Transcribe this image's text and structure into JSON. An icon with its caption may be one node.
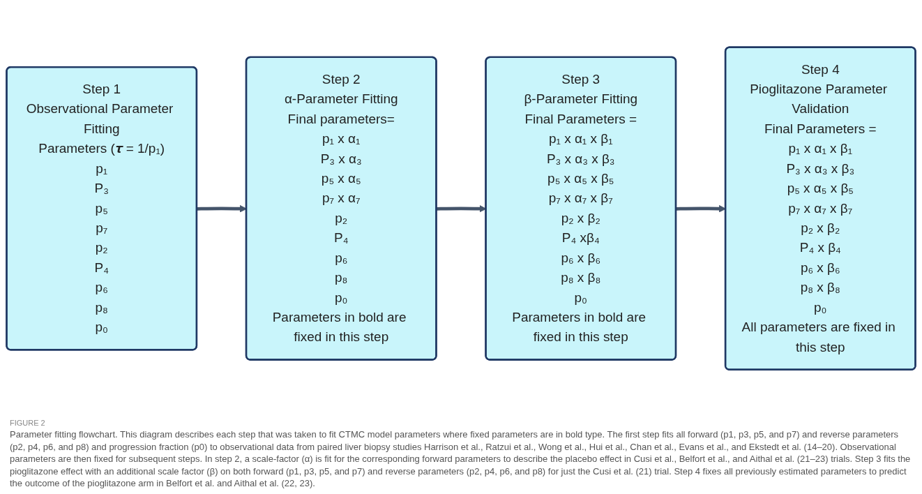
{
  "diagram": {
    "nodes": [
      {
        "text": [
          "Step 1",
          "Observational Parameter Fitting",
          "Parameters (𝝉 = 1/p₁)",
          "p₁",
          "P₃",
          "p₅",
          "p₇",
          "p₂",
          "P₄",
          "p₆",
          "p₈",
          "p₀"
        ]
      },
      {
        "text": [
          "Step 2",
          "α-Parameter Fitting",
          "Final parameters=",
          "p₁ x α₁",
          "P₃ x α₃",
          "p₅ x α₅",
          "p₇ x α₇",
          "p₂",
          "P₄",
          "p₆",
          "p₈",
          "p₀",
          "Parameters in bold are fixed in this step"
        ]
      },
      {
        "text": [
          "Step 3",
          "β-Parameter Fitting",
          "Final Parameters =",
          "p₁ x α₁ x β₁",
          "P₃ x α₃ x β₃",
          "p₅ x α₅ x β₅",
          "p₇ x α₇ x β₇",
          "p₂ x β₂",
          "P₄ xβ₄",
          "p₆ x β₆",
          "p₈ x β₈",
          "p₀",
          "Parameters in bold are fixed in this step"
        ]
      },
      {
        "text": [
          "Step 4",
          "Pioglitazone Parameter Validation",
          "Final Parameters =",
          "p₁ x α₁ x β₁",
          "P₃ x α₃ x β₃",
          "p₅ x α₅ x β₅",
          "p₇ x α₇ x β₇",
          "p₂ x β₂",
          "P₄ x β₄",
          "p₆ x β₆",
          "p₈ x β₈",
          "p₀",
          "All parameters are fixed in this step"
        ]
      }
    ],
    "edges": [
      {
        "from": 0,
        "to": 1,
        "arrow": "to"
      },
      {
        "from": 1,
        "to": 2,
        "arrow": "to"
      },
      {
        "from": 2,
        "to": 3,
        "arrow": "to"
      }
    ],
    "labels": [
      "FIGURE 2"
    ],
    "caption": "Parameter fitting flowchart. This diagram describes each step that was taken to fit CTMC model parameters where fixed parameters are in bold type. The first step fits all forward (p1, p3, p5, and p7) and reverse parameters (p2, p4, p6, and p8) and progression fraction (p0) to observational data from paired liver biopsy studies Harrison et al., Ratzui et al., Wong et al., Hui et al., Chan et al., Evans et al., and Ekstedt et al. (14–20). Observational parameters are then fixed for subsequent steps. In step 2, a scale-factor (α) is fit for the corresponding forward parameters to describe the placebo effect in Cusi et al., Belfort et al., and Aithal et al. (21–23) trials. Step 3 fits the pioglitazone effect with an additional scale factor (β) on both forward (p1, p3, p5, and p7) and reverse parameters (p2, p4, p6, and p8) for just the Cusi et al. (21) trial. Step 4 fixes all previously estimated parameters to predict the outcome of the pioglitazone arm in Belfort et al. and Aithal et al. (22, 23)."
  }
}
